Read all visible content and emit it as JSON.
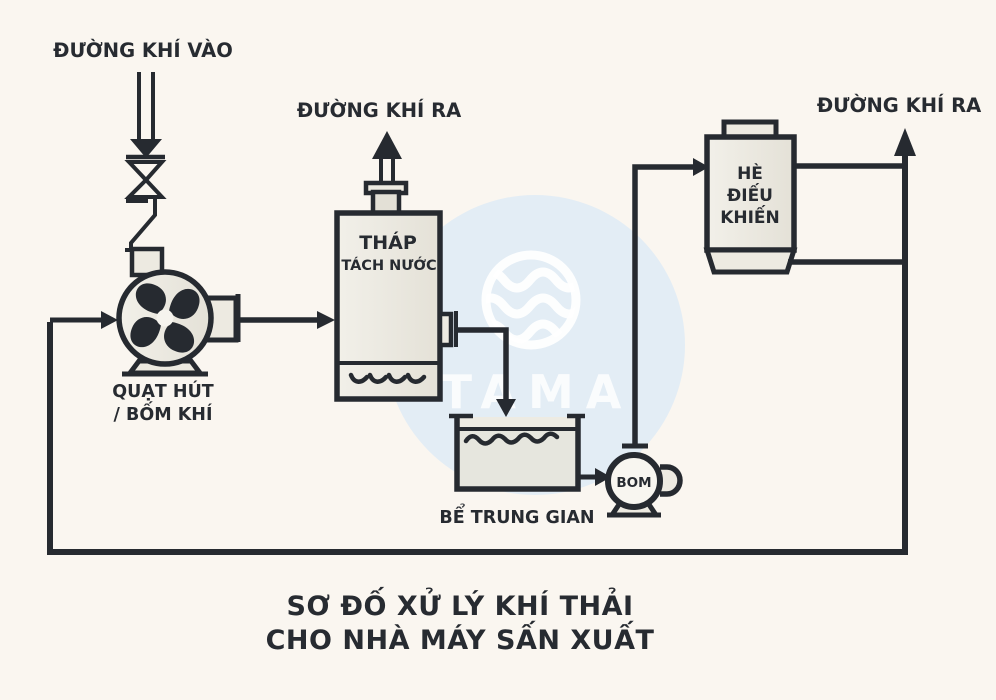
{
  "diagram": {
    "inlet_label": "ĐƯỜNG KHÍ VÀO",
    "outlet_left_label": "ĐƯỜNG KHÍ RA",
    "outlet_right_label": "ĐƯỜNG KHÍ RA",
    "fan_label_line1": "QUẠT HÚT",
    "fan_label_line2": "/ BỐM KHÍ",
    "tower_label_line1": "THÁP",
    "tower_label_line2": "TÁCH NƯỚC",
    "tank_label": "BỂ TRUNG GIAN",
    "pump_label": "BOM",
    "control_label_line1": "HÈ",
    "control_label_line2": "ĐIẾU",
    "control_label_line3": "KHIẾN",
    "title_line1": "SƠ ĐỐ XỬ LÝ KHÍ THẢI",
    "title_line2": "CHO NHÀ MÁY SẤN XUẤT"
  },
  "watermark": {
    "text": "TAMA"
  },
  "colors": {
    "background": "#faf6f0",
    "line": "#262a30",
    "equipment_fill": "#edeae1",
    "watermark_blue": "#e3edf5",
    "watermark_white": "#ffffff",
    "text": "#272b31"
  }
}
